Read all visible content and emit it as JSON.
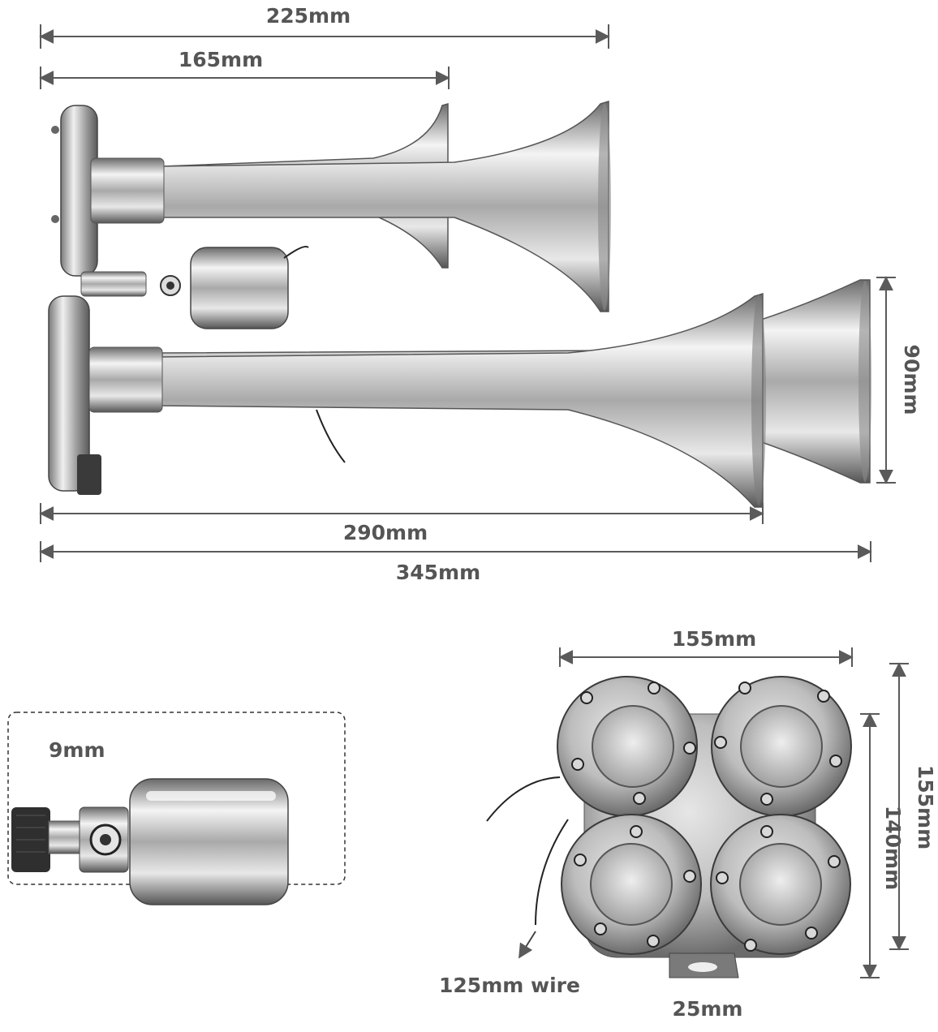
{
  "dimensions": {
    "top_width_225": "225mm",
    "top_width_165": "165mm",
    "bell_height": "90mm",
    "bottom_length_290": "290mm",
    "bottom_length_345": "345mm",
    "valve": "9mm",
    "base_width": "155mm",
    "base_height_140": "140mm",
    "base_height_155": "155mm",
    "wire": "125mm wire",
    "bracket": "25mm"
  },
  "colors": {
    "chrome_light": "#f2f2f2",
    "chrome_mid": "#b8b8b8",
    "chrome_dark": "#4a4a4a",
    "label": "#555555"
  }
}
